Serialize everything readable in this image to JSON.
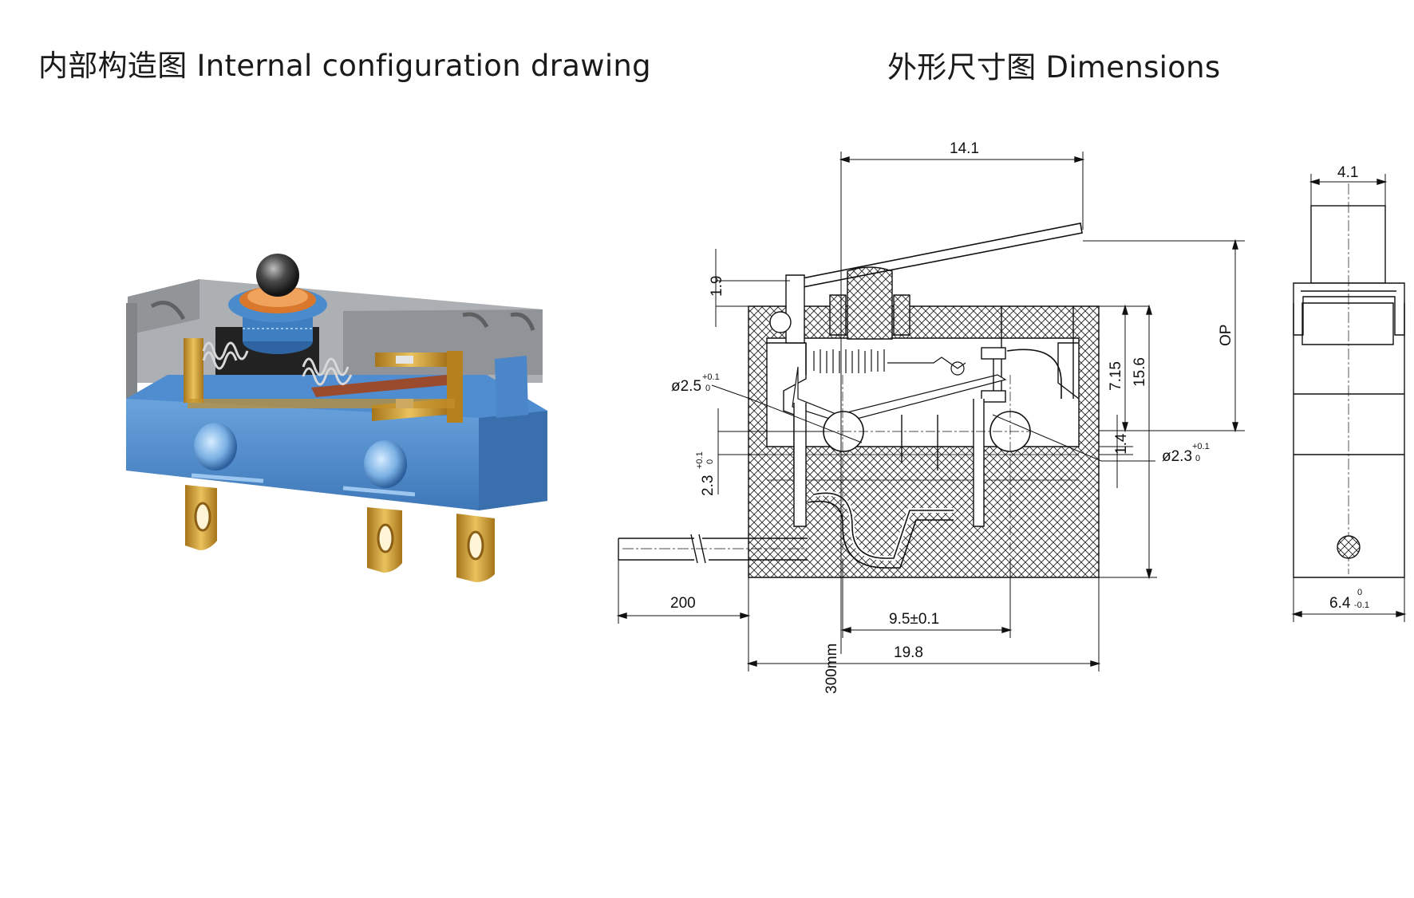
{
  "titles": {
    "internal": "内部构造图 Internal configuration drawing",
    "dimensions": "外形尺寸图 Dimensions"
  },
  "dimensions": {
    "width_top": "14.1",
    "lever_offset": "1.9",
    "hole_left": "ø2.5",
    "hole_left_tol_upper": "+0.1",
    "hole_left_tol_lower": "0",
    "hole_spacing_v": "2.3",
    "hole_spacing_tol_upper": "+0.1",
    "hole_spacing_tol_lower": "0",
    "h_715": "7.15",
    "h_156": "15.6",
    "op_label": "OP",
    "h_14": "1.4",
    "hole_right": "ø2.3",
    "hole_right_tol_upper": "+0.1",
    "hole_right_tol_lower": "0",
    "cable_length": "200",
    "hole_pitch": "9.5±0.1",
    "body_length": "19.8",
    "wire_length": "300mm",
    "side_top_width": "4.1",
    "side_bottom_width": "6.4",
    "side_bottom_tol_upper": "0",
    "side_bottom_tol_lower": "-0.1"
  },
  "colors": {
    "housing_blue": "#4a86c8",
    "housing_blue_light": "#6aa3dc",
    "housing_blue_dark": "#2f64a3",
    "cover_gray": "#8e9296",
    "terminal_gold": "#c9962a",
    "terminal_gold_light": "#e7c15c",
    "contact_copper": "#9a4b2e",
    "button_ring": "#3d7fc0",
    "button_orange": "#d9782c",
    "button_dark": "#3a3a3a",
    "line": "#111111"
  }
}
